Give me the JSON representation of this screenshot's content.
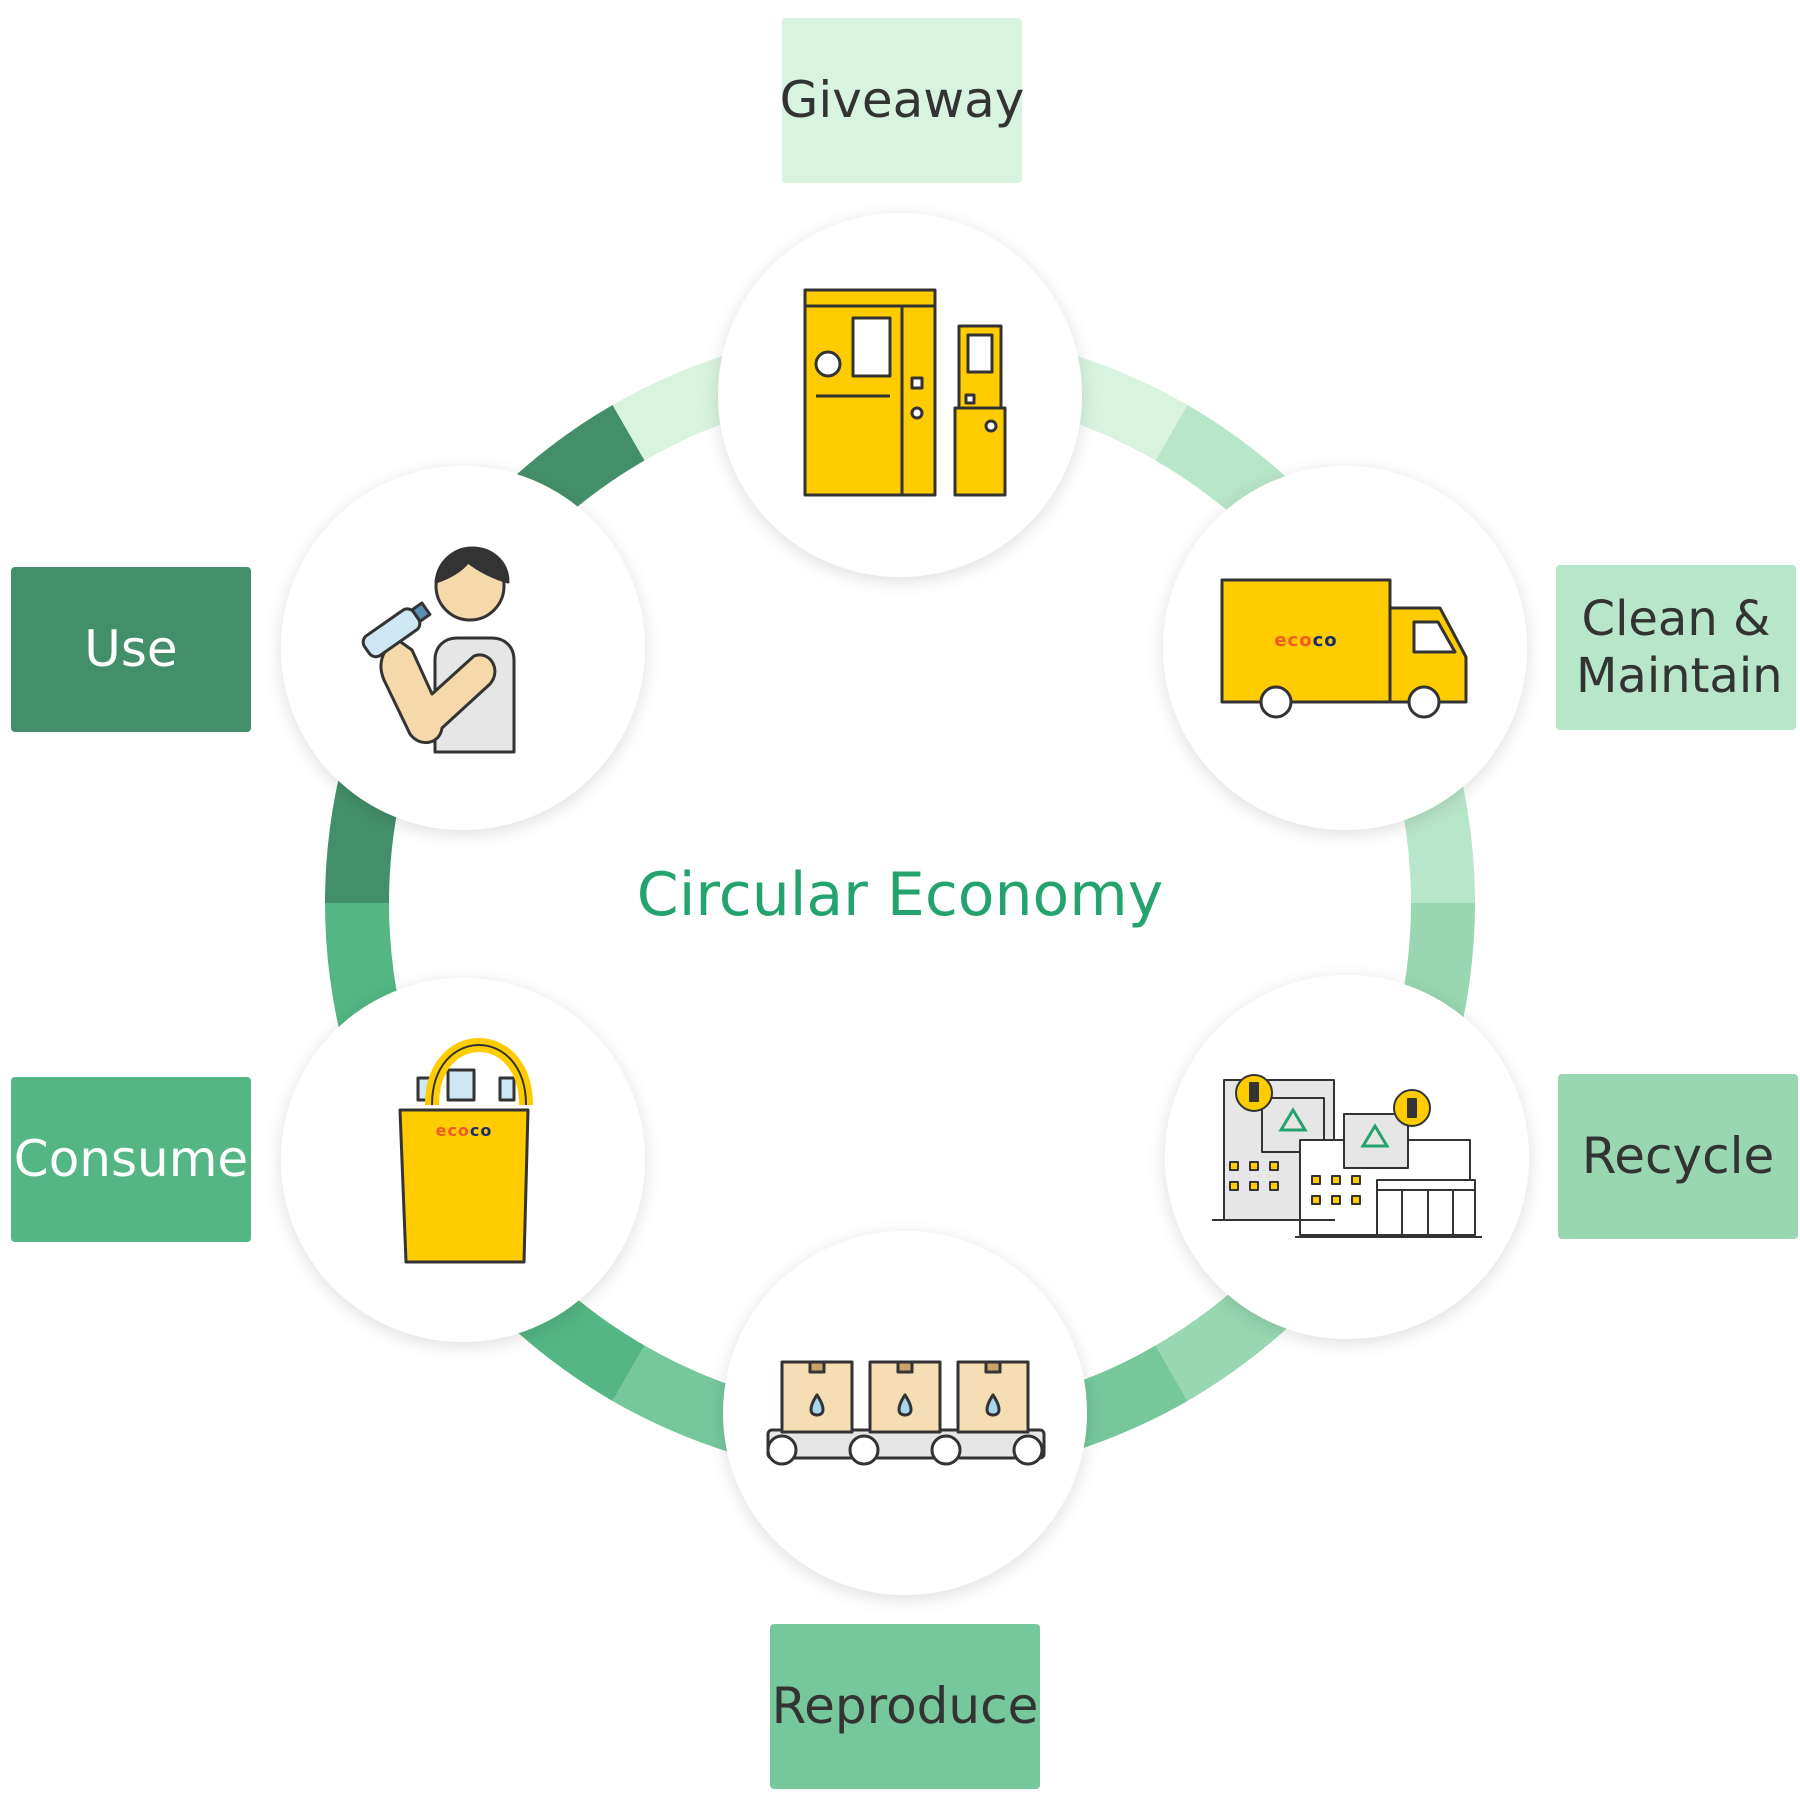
{
  "title": "Circular Economy",
  "brand_text": "ecoco",
  "colors": {
    "title": "#25a36e",
    "dark_green": "#448f6b",
    "mid_green": "#53b684",
    "soft_green": "#77c79d",
    "light_green": "#98d7b2",
    "pale_green": "#b8e6ca",
    "palest_green": "#d8f3e0",
    "yellow": "#ffcc00",
    "outline": "#333333",
    "brand_orange": "#f15a24",
    "brand_navy": "#1d2d6b"
  },
  "stages": [
    {
      "id": "giveaway",
      "label": "Giveaway",
      "icon": "recycling-machine-icon"
    },
    {
      "id": "clean-maintain",
      "label": "Clean & Maintain",
      "icon": "delivery-truck-icon"
    },
    {
      "id": "recycle",
      "label": "Recycle",
      "icon": "recycling-factory-icon"
    },
    {
      "id": "reproduce",
      "label": "Reproduce",
      "icon": "conveyor-boxes-icon"
    },
    {
      "id": "consume",
      "label": "Consume",
      "icon": "shopping-bag-icon"
    },
    {
      "id": "use",
      "label": "Use",
      "icon": "person-drinking-icon"
    }
  ]
}
